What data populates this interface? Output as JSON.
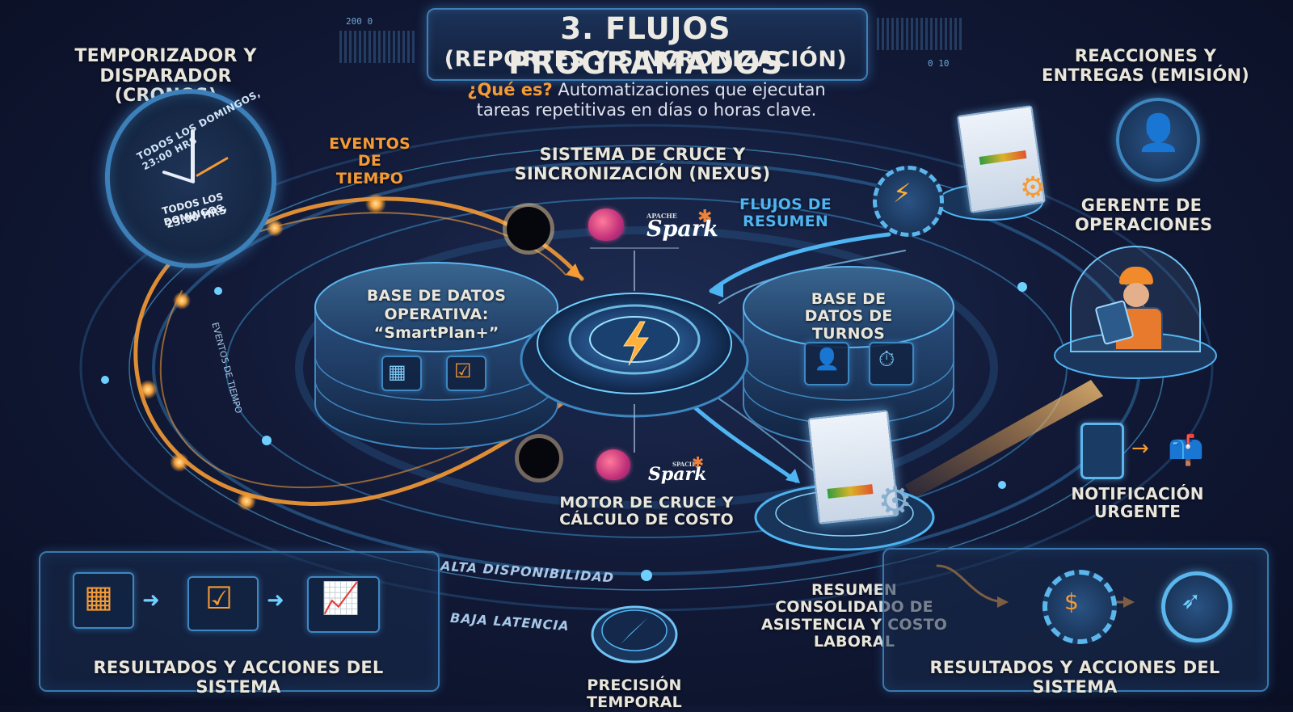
{
  "title": {
    "line1": "3. FLUJOS PROGRAMADOS",
    "line2": "(REPORTES Y SINCRONIZACIÓN)"
  },
  "what_is": {
    "question": "¿Qué es?",
    "answer": "Automatizaciones que ejecutan tareas repetitivas en días o horas clave."
  },
  "header_deco": {
    "left_number": "200 0",
    "right_number": "0 10"
  },
  "timer": {
    "label": "TEMPORIZADOR Y DISPARADOR (CRONOS)",
    "ring_text": "TODOS LOS DOMINGOS, 23:00 HRS",
    "face_line1": "TODOS LOS DOMINGOS,",
    "face_line2": "23:00 HRS"
  },
  "time_events": {
    "label": "EVENTOS DE TIEMPO",
    "arc_text": "EVENTOS DE TIEMPO"
  },
  "nexus": {
    "label": "SISTEMA DE CRUCE Y SINCRONIZACIÓN (NEXUS)",
    "spark_top": {
      "small": "APACHE",
      "name": "Spark"
    },
    "spark_bottom": {
      "small": "SPACIE",
      "name": "Spark"
    },
    "engine_label": "MOTOR DE CRUCE Y CÁLCULO DE COSTO"
  },
  "summary_flows": {
    "label": "FLUJOS DE RESUMEN"
  },
  "db_operational": {
    "label_line1": "BASE DE DATOS",
    "label_line2": "OPERATIVA:",
    "label_line3": "“SmartPlan+”"
  },
  "db_shifts": {
    "label": "BASE DE DATOS DE TURNOS"
  },
  "reactions": {
    "label": "REACCIONES Y ENTREGAS (EMISIÓN)"
  },
  "manager": {
    "label": "GERENTE DE OPERACIONES"
  },
  "urgent": {
    "label": "NOTIFICACIÓN URGENTE"
  },
  "consolidated": {
    "label": "RESUMEN CONSOLIDADO DE ASISTENCIA Y COSTO LABORAL"
  },
  "track_labels": {
    "high_availability": "ALTA DISPONIBILIDAD",
    "low_latency": "BAJA LATENCIA",
    "precision": "PRECISIÓN TEMPORAL"
  },
  "results_left": {
    "label": "RESULTADOS Y ACCIONES DEL SISTEMA"
  },
  "results_right": {
    "label": "RESULTADOS Y ACCIONES DEL SISTEMA"
  },
  "colors": {
    "orange": "#f59a34",
    "blue": "#4fb4f2",
    "panel_border": "#3a79ad",
    "background": "#121a38"
  },
  "icons": [
    "clock-icon",
    "lightning-icon",
    "gear-icon",
    "document-icon",
    "user-icon",
    "worker-icon",
    "tablet-icon",
    "mailbox-icon",
    "calendar-icon",
    "checklist-icon",
    "chart-icon",
    "coin-gear-icon",
    "compass-icon",
    "squirrel-logo",
    "spark-logo"
  ]
}
